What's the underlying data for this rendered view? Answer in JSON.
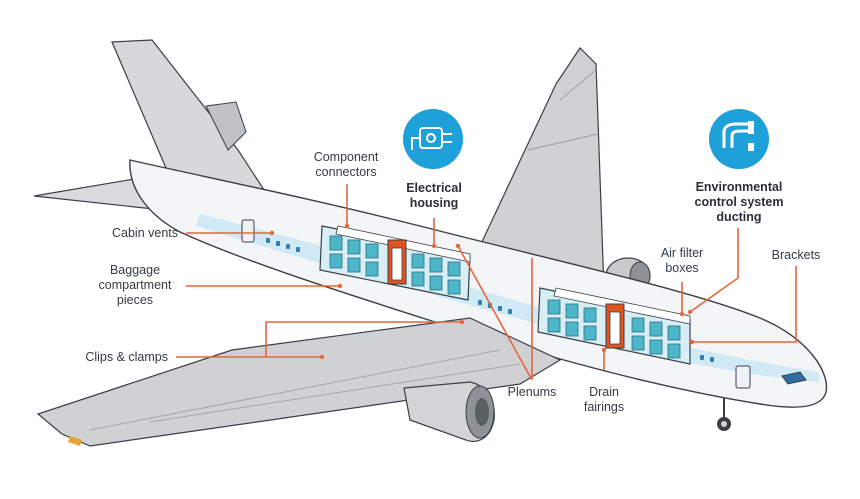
{
  "labels": {
    "component_connectors": "Component\nconnectors",
    "electrical_housing": "Electrical\nhousing",
    "environmental_ducting": "Environmental\ncontrol system\nducting",
    "cabin_vents": "Cabin vents",
    "baggage_pieces": "Baggage\ncompartment\npieces",
    "clips_clamps": "Clips & clamps",
    "plenums": "Plenums",
    "drain_fairings": "Drain\nfairings",
    "air_filter_boxes": "Air filter\nboxes",
    "brackets": "Brackets"
  },
  "icons": {
    "electrical": "electrical-housing-icon",
    "ducting": "ducting-icon"
  },
  "colors": {
    "callout_line": "#e8643c",
    "icon_circle": "#1ea0d8",
    "fuselage": "#f4f5f6",
    "wing": "#cfd1d3",
    "stripe": "#cfe9f5",
    "seat": "#4eb6c9",
    "bulkhead": "#e0551f",
    "outline": "#3a3f47"
  }
}
